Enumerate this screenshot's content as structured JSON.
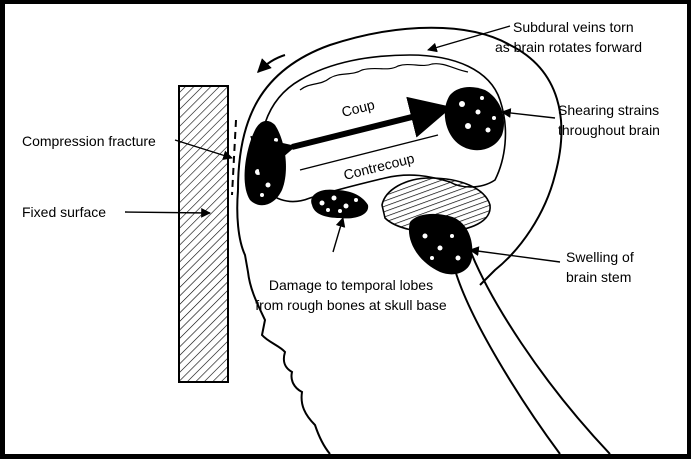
{
  "labels": {
    "subdural_line1": "Subdural veins torn",
    "subdural_line2": "as brain rotates forward",
    "shearing_line1": "Shearing strains",
    "shearing_line2": "throughout brain",
    "compression": "Compression fracture",
    "fixed_surface": "Fixed surface",
    "coup": "Coup",
    "contrecoup": "Contrecoup",
    "swelling_line1": "Swelling of",
    "swelling_line2": "brain stem",
    "temporal_line1": "Damage to temporal lobes",
    "temporal_line2": "from rough bones at skull base"
  },
  "colors": {
    "ink": "#000000",
    "paper": "#ffffff",
    "background": "#000000"
  }
}
